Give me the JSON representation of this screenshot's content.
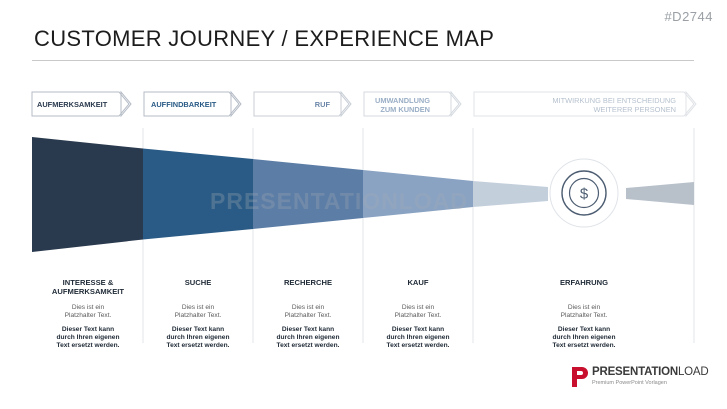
{
  "code": "#D2744",
  "title": "CUSTOMER JOURNEY / EXPERIENCE MAP",
  "watermark": "PRESENTATIONLOAD",
  "phases": [
    {
      "label1": "AUFMERKSAMKEIT",
      "label2": "",
      "color": "#2a3a4e"
    },
    {
      "label1": "AUFFINDBARKEIT",
      "label2": "",
      "color": "#2a5b86"
    },
    {
      "label1": "RUF",
      "label2": "",
      "color": "#5c7da6"
    },
    {
      "label1": "UMWANDLUNG",
      "label2": "ZUM KUNDEN",
      "color": "#8aa3c3"
    },
    {
      "label1": "MITWIRKUNG BEI ENTSCHEIDUNG",
      "label2": "WEITERER PERSONEN",
      "color": "#c4cfdc"
    }
  ],
  "columns": [
    {
      "title1": "INTERESSE &",
      "title2": "AUFMERKSAMKEIT",
      "ph1": "Dies ist ein",
      "ph2": "Platzhalter Text.",
      "b1": "Dieser Text kann",
      "b2": "durch Ihren eigenen",
      "b3": "Text ersetzt werden."
    },
    {
      "title1": "SUCHE",
      "title2": "",
      "ph1": "Dies ist ein",
      "ph2": "Platzhalter Text.",
      "b1": "Dieser Text kann",
      "b2": "durch Ihren eigenen",
      "b3": "Text ersetzt werden."
    },
    {
      "title1": "RECHERCHE",
      "title2": "",
      "ph1": "Dies ist ein",
      "ph2": "Platzhalter Text.",
      "b1": "Dieser Text kann",
      "b2": "durch Ihren eigenen",
      "b3": "Text ersetzt werden."
    },
    {
      "title1": "KAUF",
      "title2": "",
      "ph1": "Dies ist ein",
      "ph2": "Platzhalter Text.",
      "b1": "Dieser Text kann",
      "b2": "durch Ihren eigenen",
      "b3": "Text ersetzt werden."
    },
    {
      "title1": "ERFAHRUNG",
      "title2": "",
      "ph1": "Dies ist ein",
      "ph2": "Platzhalter Text.",
      "b1": "Dieser Text kann",
      "b2": "durch Ihren eigenen",
      "b3": "Text ersetzt werden."
    }
  ],
  "center_icon": "dollar-coin-icon",
  "logo": {
    "main_bold": "PRESENTATION",
    "main_thin": "LOAD",
    "sub": "Premium PowerPoint Vorlagen",
    "accent": "#c8102e"
  }
}
